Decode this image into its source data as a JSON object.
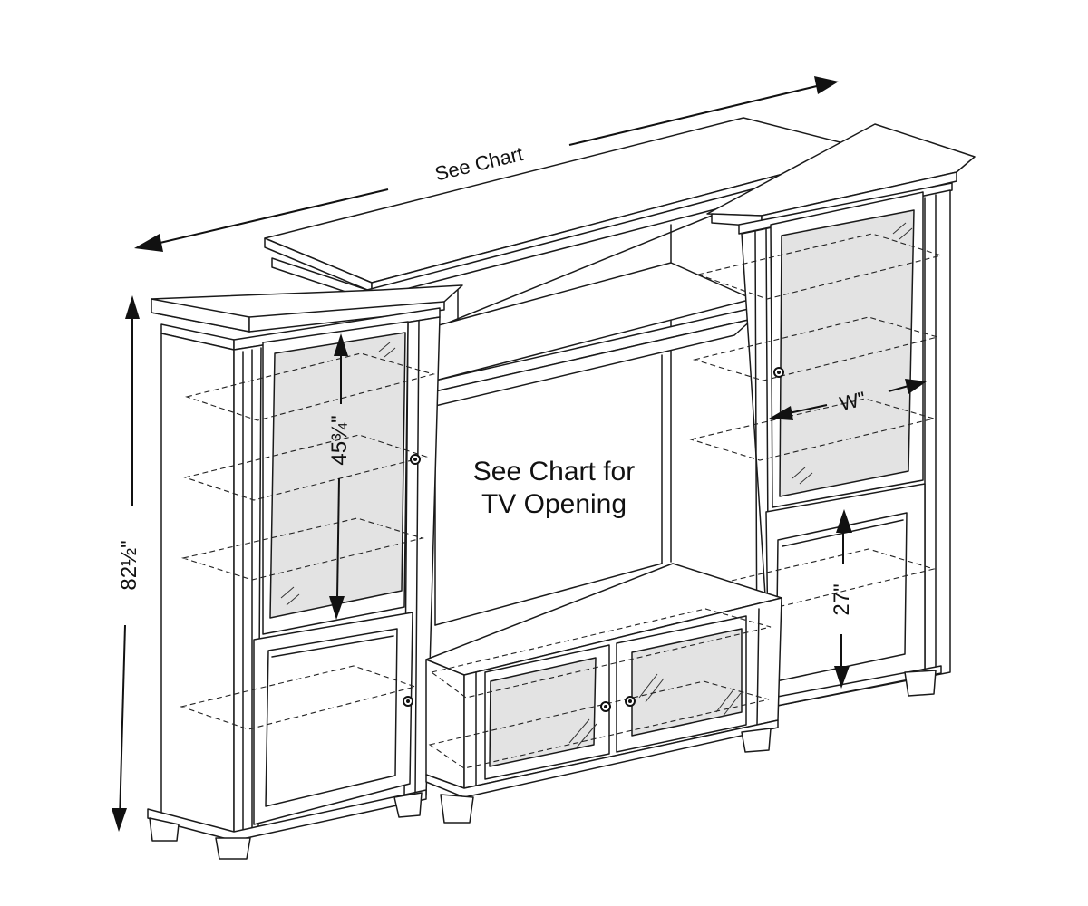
{
  "labels": {
    "overall_width": "See Chart",
    "tv_opening_line1": "See Chart for",
    "tv_opening_line2": "TV Opening",
    "overall_height": "82½\"",
    "door_glass_height": "45¾\"",
    "lower_door_height": "27\"",
    "pier_width": "W\""
  }
}
